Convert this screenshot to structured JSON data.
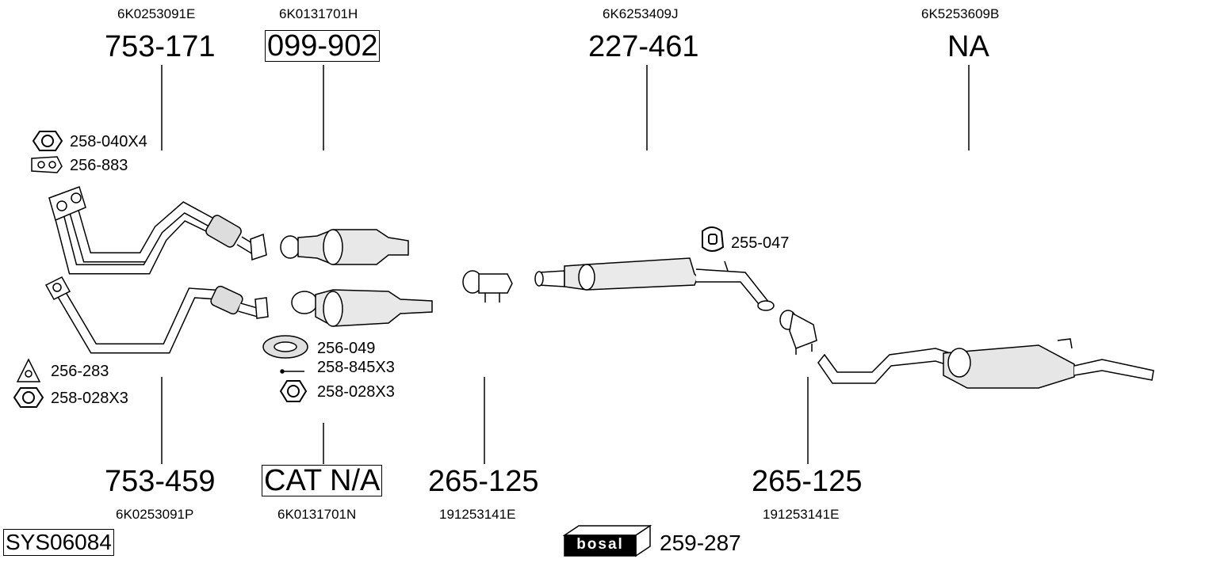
{
  "parts_top": [
    {
      "oem": "6K0253091E",
      "number": "753-171"
    },
    {
      "oem": "6K0131701H",
      "number": "099-902"
    },
    {
      "oem": "6K6253409J",
      "number": "227-461"
    },
    {
      "oem": "6K5253609B",
      "number": "NA"
    }
  ],
  "parts_bottom": [
    {
      "oem": "6K0253091P",
      "number": "753-459"
    },
    {
      "oem": "6K0131701N",
      "number": "CAT N/A"
    },
    {
      "oem": "191253141E",
      "number": "265-125"
    },
    {
      "oem": "191253141E",
      "number": "265-125"
    }
  ],
  "accessories": {
    "nut_top": "258-040X4",
    "gasket_top": "256-883",
    "gasket_left": "256-283",
    "nut_left": "258-028X3",
    "ring_gasket": "256-049",
    "bolt": "258-845X3",
    "nut_mid": "258-028X3",
    "hanger": "255-047"
  },
  "system_id": "SYS06084",
  "brand": {
    "logo_text": "bosal",
    "part_number": "259-287"
  }
}
